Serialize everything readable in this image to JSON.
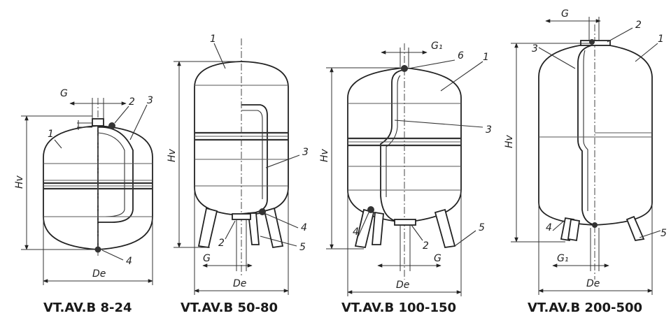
{
  "diagrams": [
    {
      "caption": "VT.AV.B 8-24",
      "labels": {
        "g": "G",
        "hv": "Hv",
        "de": "De",
        "n1": "1",
        "n2": "2",
        "n3": "3",
        "n4": "4"
      }
    },
    {
      "caption": "VT.AV.B 50-80",
      "labels": {
        "hv": "Hv",
        "g": "G",
        "de": "De",
        "n1": "1",
        "n2": "2",
        "n3": "3",
        "n4": "4",
        "n5": "5"
      }
    },
    {
      "caption": "VT.AV.B 100-150",
      "labels": {
        "g1": "G₁",
        "hv": "Hv",
        "de": "De",
        "g": "G",
        "n1": "1",
        "n2": "2",
        "n3": "3",
        "n4": "4",
        "n5": "5",
        "n6": "6"
      }
    },
    {
      "caption": "VT.AV.B 200-500",
      "labels": {
        "g": "G",
        "hv": "Hv",
        "de": "De",
        "g1": "G₁",
        "n1": "1",
        "n2": "2",
        "n3": "3",
        "n4": "4",
        "n5": "5"
      }
    }
  ]
}
